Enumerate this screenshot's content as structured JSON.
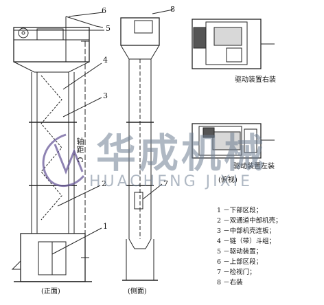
{
  "callouts": {
    "n1": "1",
    "n2": "2",
    "n3": "3",
    "n4": "4",
    "n5": "5",
    "n6": "6",
    "n7": "7",
    "n8": "8"
  },
  "dimension_label": "轴距 C",
  "view_labels": {
    "front": "(正面)",
    "side": "(侧面)",
    "top": "(俯视)",
    "drive_right": "驱动装置右装",
    "drive_left": "驱动装置左装"
  },
  "legend": [
    "1 －下部区段；",
    "2 －双通道中部机壳；",
    "3 －中部机壳连板；",
    "4 －链（带）斗组；",
    "5 －驱动装置；",
    "6 －上部区段；",
    "7 －检视门；",
    "8 －右装"
  ],
  "watermark": {
    "cn": "华成机械",
    "en": "HUACHENG JIXIE",
    "logo_color": "#6a5a9a"
  }
}
